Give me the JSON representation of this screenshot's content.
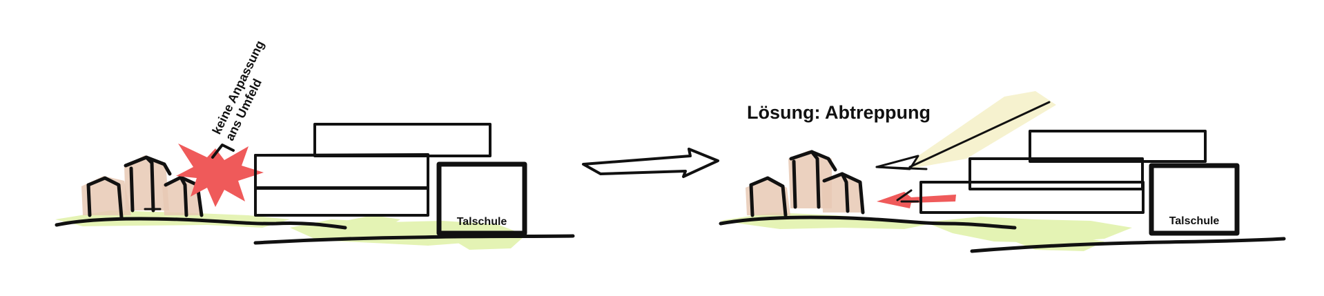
{
  "left_sketch": {
    "annotation_line1": "keine Anpassung",
    "annotation_line2": "ans Umfeld",
    "building_label": "Talschule"
  },
  "right_sketch": {
    "title": "Lösung: Abtreppung",
    "building_label": "Talschule"
  },
  "colors": {
    "house_fill": "#e8c9b4",
    "ground_fill": "#dcef9c",
    "conflict_red": "#ef5a5a",
    "slab_fill": "#f3f3f3",
    "sun_fill": "#f6f2cf",
    "ink": "#111111"
  }
}
